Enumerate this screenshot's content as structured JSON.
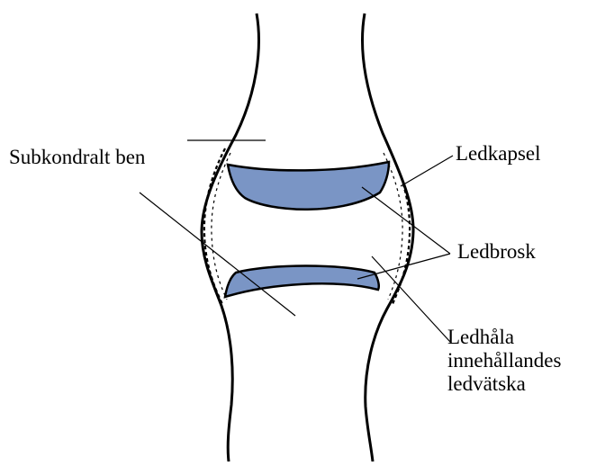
{
  "labels": {
    "subchondral_bone": "Subkondralt ben",
    "joint_capsule": "Ledkapsel",
    "cartilage": "Ledbrosk",
    "joint_cavity_line1": "Ledhåla",
    "joint_cavity_line2": "innehållandes",
    "joint_cavity_line3": "ledvätska"
  },
  "colors": {
    "cartilage_fill": "#7a95c5",
    "outline": "#000000",
    "background": "#ffffff"
  }
}
